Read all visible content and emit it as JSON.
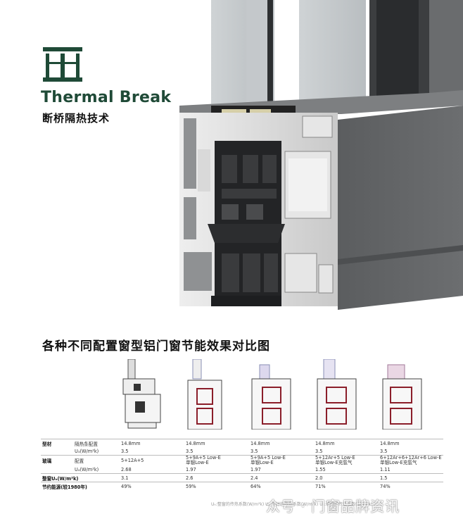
{
  "header": {
    "title_en": "Thermal Break",
    "title_cn": "断桥隔热技术",
    "brand_color": "#1f4a37"
  },
  "comparison": {
    "title": "各种不同配置窗型铝门窗节能效果对比图",
    "rows": [
      {
        "group": "型材",
        "label": "隔热条配置",
        "values": [
          "14.8mm",
          "14.8mm",
          "14.8mm",
          "14.8mm",
          "14.8mm"
        ]
      },
      {
        "group": "",
        "label": "U₃(W/m²k)",
        "values": [
          "3.5",
          "3.5",
          "3.5",
          "3.5",
          "3.5"
        ]
      },
      {
        "group": "玻璃",
        "label": "配置",
        "values": [
          "5+12A+5",
          "5+9A+5 Low-E\n单银Low-E",
          "5+9A+5 Low-E\n单银Low-E",
          "5+12Ar+5 Low-E\n单银Low-E充氩气",
          "6+12Ar+6+12Ar+6 Low-E\n单银Low-E充氩气"
        ]
      },
      {
        "group": "",
        "label": "U₄(W/m²k)",
        "values": [
          "2.68",
          "1.97",
          "1.97",
          "1.55",
          "1.11"
        ]
      },
      {
        "group": "整窗Uₕ(W/m²k)",
        "label": "",
        "values": [
          "3.1",
          "2.6",
          "2.4",
          "2.0",
          "1.5"
        ]
      },
      {
        "group": "节约能源(较1980年)",
        "label": "",
        "values": [
          "49%",
          "59%",
          "64%",
          "71%",
          "74%"
        ]
      }
    ],
    "note": "Uₕ:整窗的传热系数(W/m²k)  U₃:型材的传热系数(W/m²k)  U₄:玻璃的传热系数(W/m²k)"
  },
  "watermark": "众号 · 门窗品牌资讯"
}
